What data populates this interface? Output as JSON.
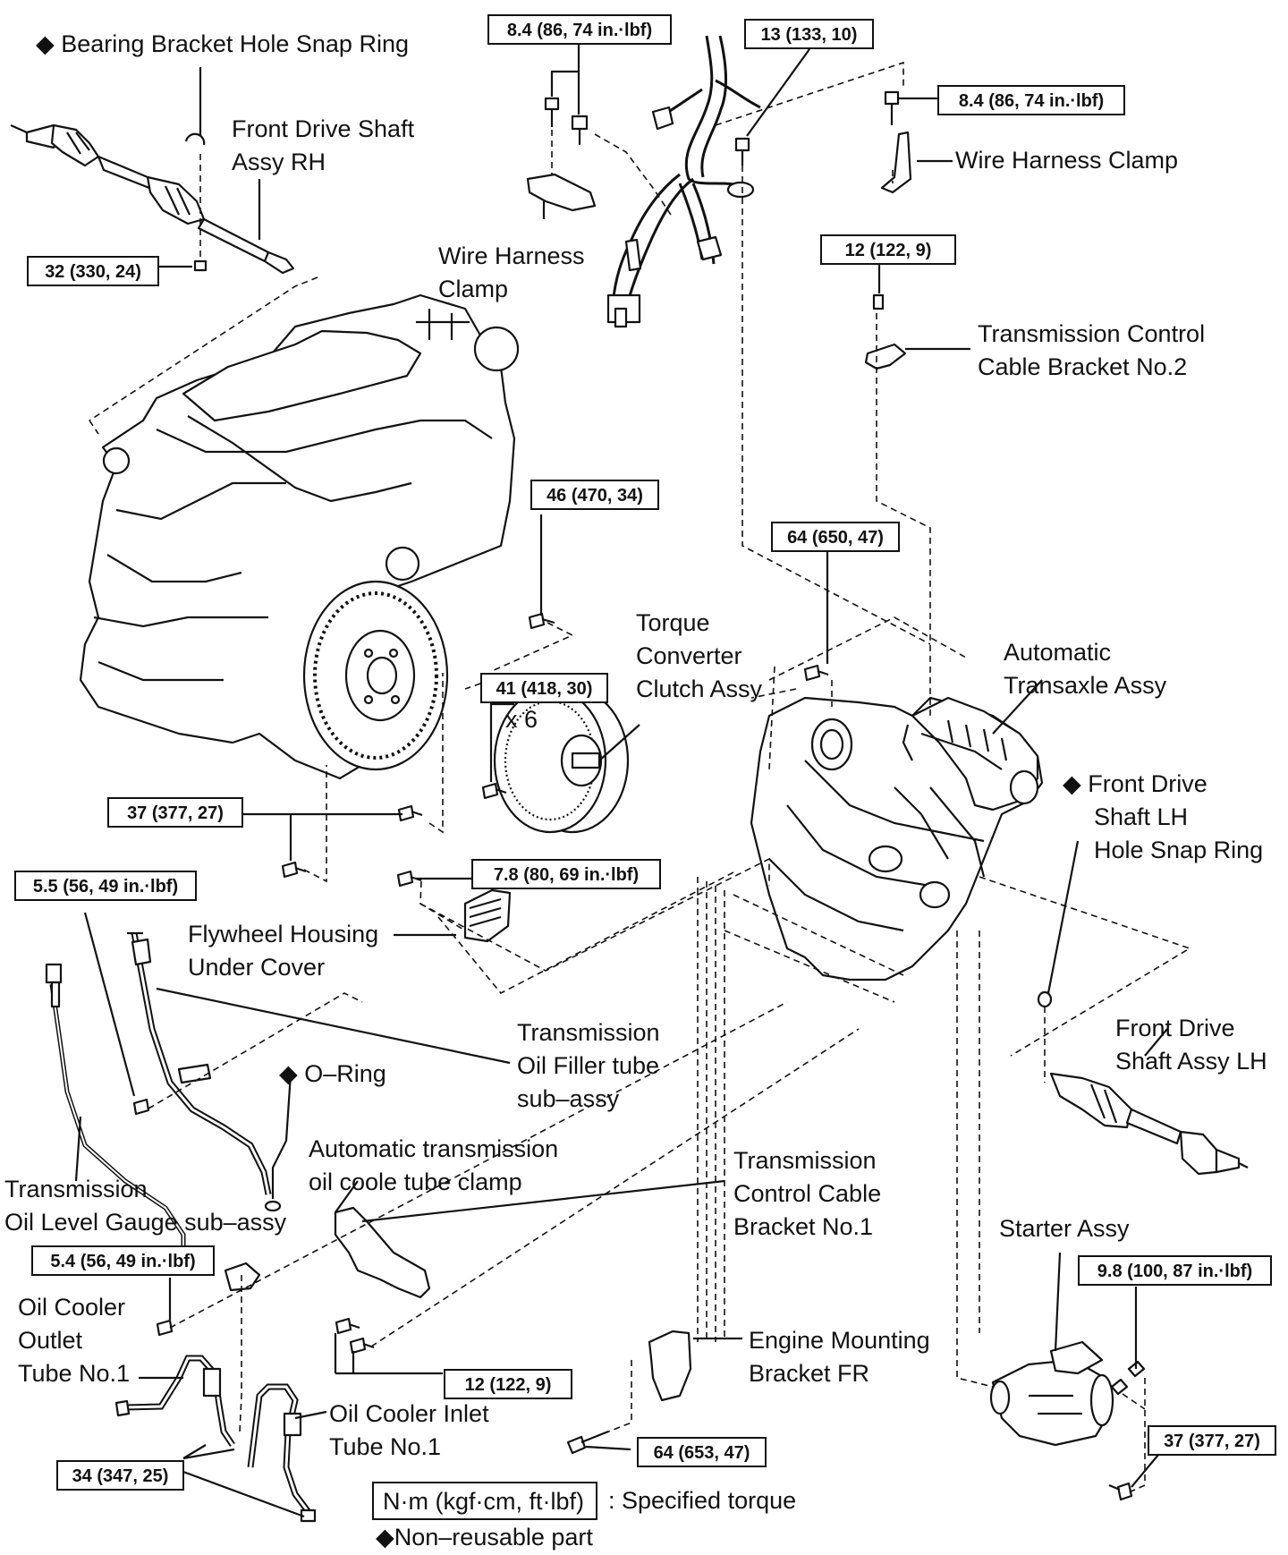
{
  "labels": {
    "bearing_snap_ring": "◆ Bearing Bracket Hole Snap Ring",
    "front_drive_shaft_rh_1": "Front Drive Shaft",
    "front_drive_shaft_rh_2": "Assy RH",
    "wire_harness_clamp_a_1": "Wire Harness",
    "wire_harness_clamp_a_2": "Clamp",
    "wire_harness_clamp_b": "Wire Harness Clamp",
    "tcc_bracket_no2_1": "Transmission Control",
    "tcc_bracket_no2_2": "Cable Bracket No.2",
    "torque_converter_1": "Torque",
    "torque_converter_2": "Converter",
    "torque_converter_3": "Clutch Assy",
    "x6": "x 6",
    "transaxle_1": "Automatic",
    "transaxle_2": "Transaxle Assy",
    "fds_lh_snap_1": "◆ Front Drive",
    "fds_lh_snap_2": "Shaft LH",
    "fds_lh_snap_3": "Hole Snap Ring",
    "flywheel_cover_1": "Flywheel Housing",
    "flywheel_cover_2": "Under Cover",
    "filler_tube_1": "Transmission",
    "filler_tube_2": "Oil Filler tube",
    "filler_tube_3": "sub–assy",
    "o_ring": "◆ O–Ring",
    "fds_lh_1": "Front Drive",
    "fds_lh_2": "Shaft Assy LH",
    "cooler_clamp_1": "Automatic  transmission",
    "cooler_clamp_2": "oil coole tube clamp",
    "tcc_bracket_no1_1": "Transmission",
    "tcc_bracket_no1_2": "Control Cable",
    "tcc_bracket_no1_3": "Bracket No.1",
    "gauge_1": "Transmission",
    "gauge_2": "Oil Level Gauge sub–assy",
    "starter": "Starter Assy",
    "outlet_1": "Oil Cooler",
    "outlet_2": "Outlet",
    "outlet_3": "Tube No.1",
    "inlet_1": "Oil Cooler Inlet",
    "inlet_2": "Tube No.1",
    "eng_mount_1": "Engine Mounting",
    "eng_mount_2": "Bracket FR"
  },
  "torques": {
    "t1": "8.4 (86, 74 in.·lbf)",
    "t2": "13 (133, 10)",
    "t3": "8.4 (86, 74 in.·lbf)",
    "t4": "32 (330, 24)",
    "t5": "12 (122, 9)",
    "t6": "46 (470, 34)",
    "t7": "64 (650, 47)",
    "t8": "41 (418, 30)",
    "t9": "37 (377, 27)",
    "t10": "5.5 (56, 49 in.·lbf)",
    "t11": "7.8 (80, 69 in.·lbf)",
    "t12": "5.4 (56, 49 in.·lbf)",
    "t13": "9.8 (100, 87 in.·lbf)",
    "t14": "12 (122, 9)",
    "t15": "34 (347, 25)",
    "t16": "64 (653, 47)",
    "t17": "37 (377, 27)"
  },
  "legend": {
    "unit_box": "N·m (kgf·cm, ft·lbf)",
    "specified": ": Specified torque",
    "nonreusable": "◆Non–reusable part"
  }
}
